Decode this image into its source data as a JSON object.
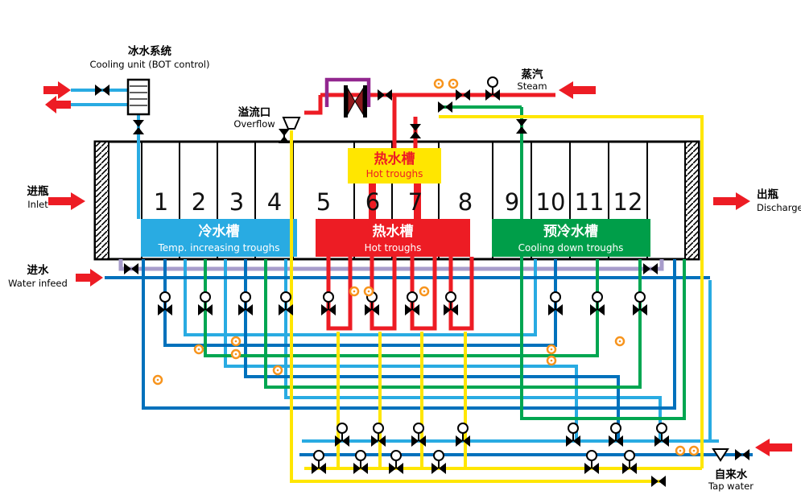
{
  "labels": {
    "cooling_unit_zh": "冰水系统",
    "cooling_unit_en": "Cooling unit (BOT control)",
    "steam_zh": "蒸汽",
    "steam_en": "Steam",
    "overflow_zh": "溢流口",
    "overflow_en": "Overflow",
    "inlet_zh": "进瓶",
    "inlet_en": "Inlet",
    "discharge_zh": "出瓶",
    "discharge_en": "Discharge",
    "water_infeed_zh": "进水",
    "water_infeed_en": "Water infeed",
    "tap_water_zh": "自来水",
    "tap_water_en": "Tap water"
  },
  "troughs": {
    "hot_top": {
      "zh": "热水槽",
      "en": "Hot troughs"
    },
    "temp_increasing": {
      "zh": "冷水槽",
      "en": "Temp. increasing troughs"
    },
    "hot": {
      "zh": "热水槽",
      "en": "Hot troughs"
    },
    "cooling_down": {
      "zh": "预冷水槽",
      "en": "Cooling down troughs"
    }
  },
  "cells": [
    "1",
    "2",
    "3",
    "4",
    "5",
    "6",
    "7",
    "8",
    "9",
    "10",
    "11",
    "12"
  ],
  "colors": {
    "red": "#ED1C24",
    "dark_red": "#8E191C",
    "cyan": "#29ABE2",
    "blue": "#0071BC",
    "green": "#00A651",
    "trough_green": "#009E49",
    "yellow": "#FFE600",
    "purple": "#92278F",
    "lavender": "#A79CCB",
    "orange": "#F7941D"
  }
}
